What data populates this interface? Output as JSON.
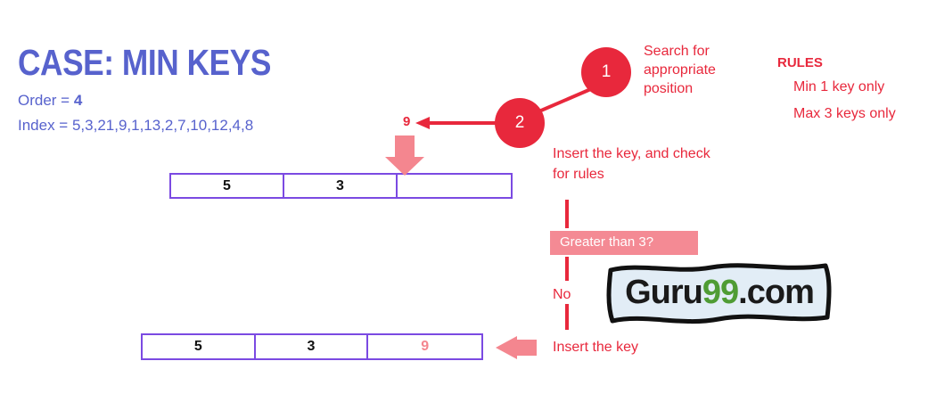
{
  "title": "CASE: MIN KEYS",
  "params": {
    "order_label": "Order = ",
    "order_value": "4",
    "index_line": "Index = 5,3,21,9,1,13,2,7,10,12,4,8"
  },
  "rules": {
    "heading": "RULES",
    "items": [
      "Min 1 key only",
      "Max 3 keys only"
    ]
  },
  "steps": [
    {
      "number": "1",
      "annotation": "Search for appropriate position"
    },
    {
      "number": "2",
      "annotation": "Insert the key, and check for rules"
    }
  ],
  "key_label": "9",
  "decision": {
    "question": "Greater than 3?",
    "answer": "No"
  },
  "final_annotation": "Insert the key",
  "tables": [
    {
      "name": "before",
      "cells": [
        {
          "value": "5",
          "style": "normal"
        },
        {
          "value": "3",
          "style": "normal"
        },
        {
          "value": "",
          "style": "normal"
        }
      ]
    },
    {
      "name": "after",
      "cells": [
        {
          "value": "5",
          "style": "normal"
        },
        {
          "value": "3",
          "style": "normal"
        },
        {
          "value": "9",
          "style": "pink"
        }
      ]
    }
  ],
  "logo": {
    "part_1": "Guru",
    "part_2": "99",
    "part_3": ".com"
  },
  "colors": {
    "title_blue": "#5762cd",
    "red": "#e8283c",
    "pink": "#f4868f",
    "purple_border": "#7b4ae2",
    "logo_green": "#4f9c34",
    "logo_fill": "#e2edf6"
  }
}
